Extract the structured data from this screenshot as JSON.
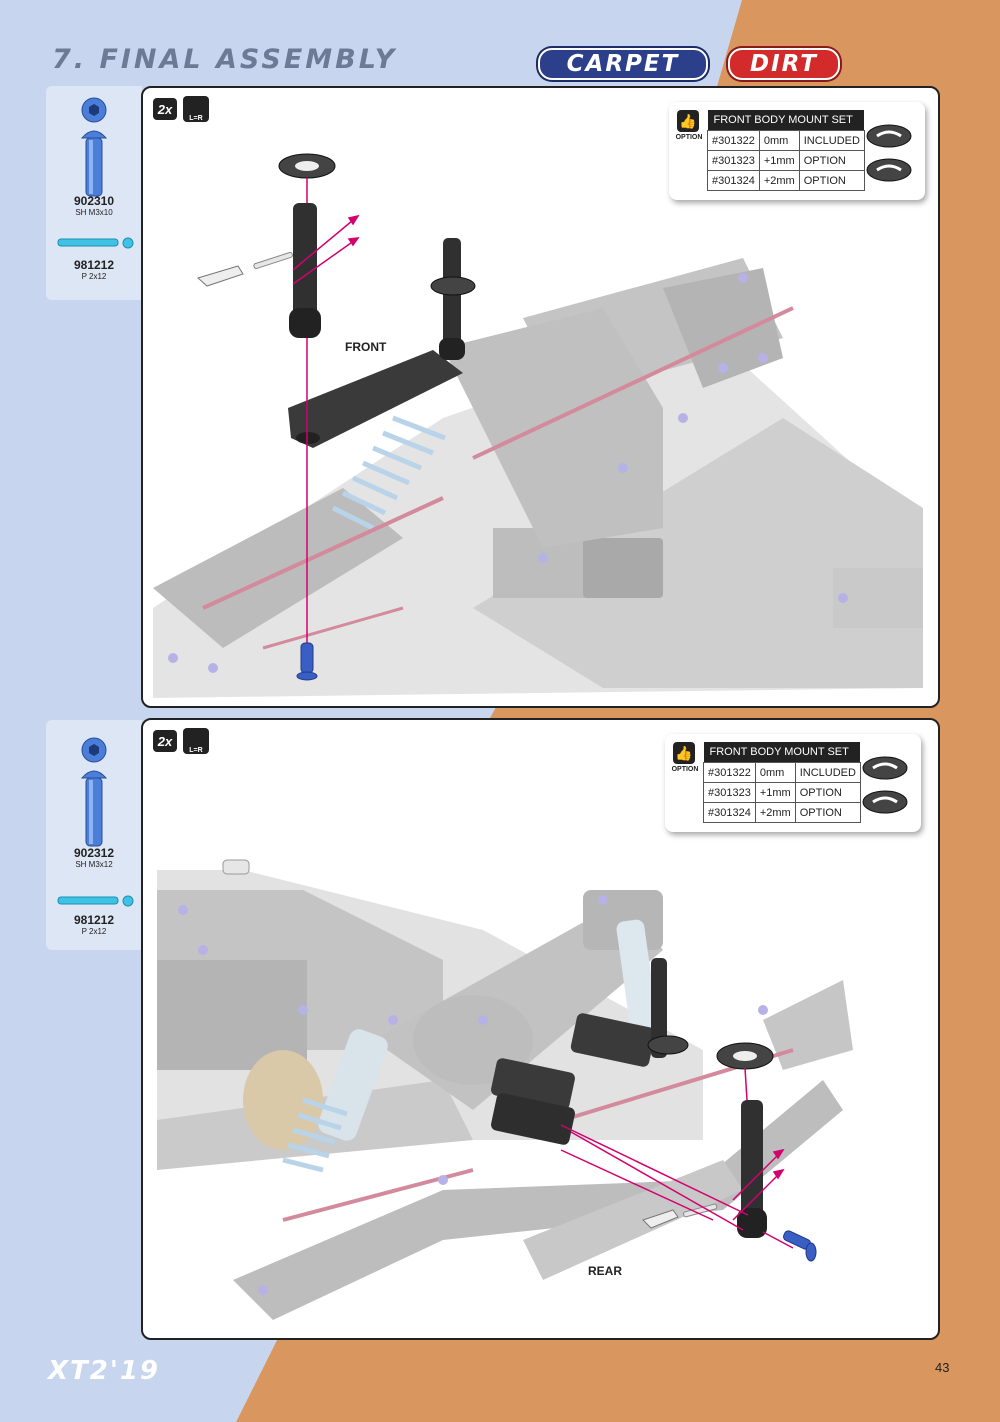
{
  "header": {
    "title": "7. FINAL ASSEMBLY",
    "badges": [
      "CARPET",
      "DIRT"
    ]
  },
  "steps": [
    {
      "count": "2x",
      "lr": "L=R",
      "parts": [
        {
          "code": "902310",
          "desc": "SH M3x10"
        },
        {
          "code": "981212",
          "desc": "P 2x12"
        }
      ],
      "direction_label": "FRONT",
      "option": {
        "label": "OPTION",
        "title": "FRONT BODY MOUNT SET",
        "rows": [
          [
            "#301322",
            "0mm",
            "INCLUDED"
          ],
          [
            "#301323",
            "+1mm",
            "OPTION"
          ],
          [
            "#301324",
            "+2mm",
            "OPTION"
          ]
        ]
      }
    },
    {
      "count": "2x",
      "lr": "L=R",
      "parts": [
        {
          "code": "902312",
          "desc": "SH M3x12"
        },
        {
          "code": "981212",
          "desc": "P 2x12"
        }
      ],
      "direction_label": "REAR",
      "option": {
        "label": "OPTION",
        "title": "FRONT BODY MOUNT SET",
        "rows": [
          [
            "#301322",
            "0mm",
            "INCLUDED"
          ],
          [
            "#301323",
            "+1mm",
            "OPTION"
          ],
          [
            "#301324",
            "+2mm",
            "OPTION"
          ]
        ]
      }
    }
  ],
  "footer": {
    "logo": "XT2'19",
    "page": "43"
  },
  "colors": {
    "background_blue": "#c7d6ee",
    "background_orange": "#d9965e",
    "accent_pink": "#d4006e",
    "part_blue": "#4a7ed8"
  }
}
